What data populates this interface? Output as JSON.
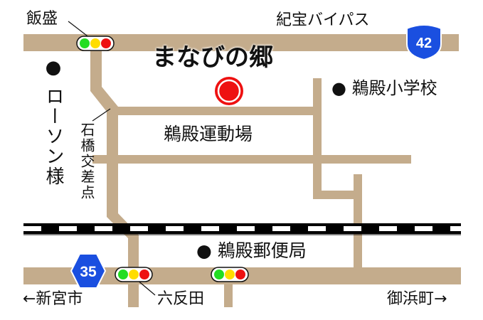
{
  "title": "まなびの郷",
  "colors": {
    "road": "#c4ac8c",
    "marker": "#ee1111",
    "shield": "#1a4fe0",
    "signal_green": "#22dd22",
    "signal_yellow": "#ffdd00",
    "signal_red": "#ee1111"
  },
  "labels": {
    "iimori": "飯盛",
    "bypass": "紀宝バイパス",
    "route42": "42",
    "route35": "35",
    "school": "● 鵜殿小学校",
    "lawson": "● ローソン様",
    "ishibashi": "石橋交差点",
    "ground": "鵜殿運動場",
    "post": "● 鵜殿郵便局",
    "shingu": "←新宮市",
    "rokutanda": "六反田",
    "mihama": "御浜町→"
  }
}
